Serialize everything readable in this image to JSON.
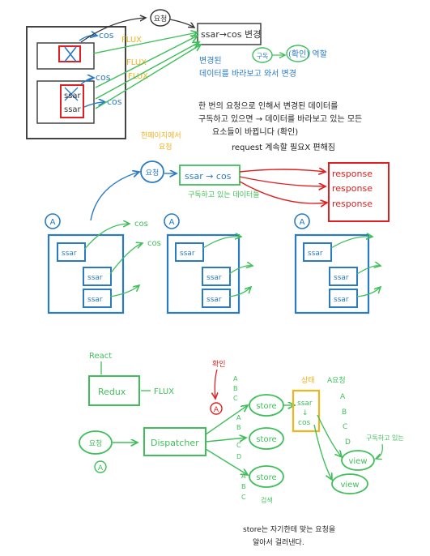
{
  "top": {
    "request_label": "요청",
    "change_box": "ssar→cos 변경",
    "flux_labels": [
      "FLUX",
      "FLUX",
      "FLUX"
    ],
    "cos_labels": [
      "cos",
      "cos",
      "cos"
    ],
    "ssar_labels": [
      "ssar",
      "ssar"
    ],
    "changed_data_note": [
      "변경된",
      "데이터를 바라보고 와서 변경"
    ],
    "subscribe_label": "구독",
    "role_label": "(확인) 역할"
  },
  "explanation": [
    "한 번의 요청으로 인해서 변경된 데이터를",
    "구독하고 있으면 → 데이터를 바라보고 있는 모든",
    "요소들이 바뀝니다 (확인)",
    "request 계속할 필요X 편해짐"
  ],
  "middle": {
    "note": [
      "한페이지에서",
      "요청"
    ],
    "request_label": "요청",
    "change_box": "ssar → cos",
    "subscribed_note": "구독하고 있는 데이터들",
    "responses": [
      "response",
      "response",
      "response"
    ],
    "panel_badge": "A",
    "panel_item": "ssar",
    "cos_labels": [
      "cos",
      "cos"
    ]
  },
  "bottom": {
    "react_label": "React",
    "redux_label": "Redux",
    "flux_label": "FLUX",
    "request_label": "요청",
    "badge_a": "A",
    "dispatcher_label": "Dispatcher",
    "confirm_label": "확인",
    "stores": [
      "store",
      "store",
      "store"
    ],
    "actions_col1": [
      "A",
      "B",
      "C"
    ],
    "actions_col2": [
      "A",
      "B",
      "C",
      "D"
    ],
    "actions_col3": [
      "A",
      "B",
      "C"
    ],
    "status_label": "상태",
    "state_box": [
      "ssar",
      "↓",
      "cos"
    ],
    "requests_label": "A요청",
    "requests_list": [
      "A",
      "B",
      "C",
      "D"
    ],
    "subscribed_label": "구독하고 있는",
    "views": [
      "view",
      "view"
    ],
    "lookup_label": "검색",
    "footer": [
      "store는 자기한테 맞는 요청을",
      "알아서 걸러낸다."
    ]
  },
  "colors": {
    "blue": "#2a7bc4",
    "green": "#3fbf5a",
    "red": "#e02020",
    "orange": "#f3b31c",
    "black": "#333333"
  }
}
